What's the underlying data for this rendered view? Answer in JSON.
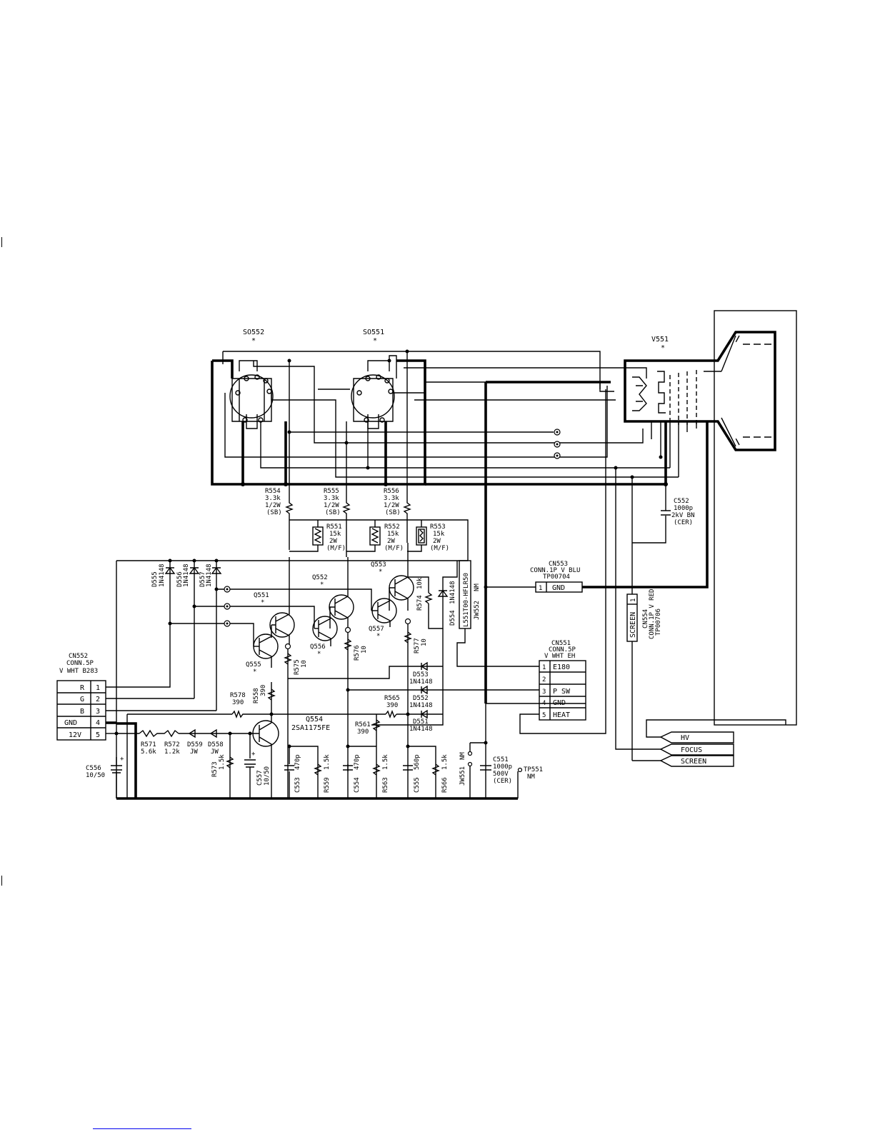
{
  "sockets": {
    "so552": {
      "ref": "SO552",
      "mark": "*"
    },
    "so551": {
      "ref": "SO551",
      "mark": "*"
    }
  },
  "crt": {
    "ref": "V551",
    "mark": "*"
  },
  "resistors": {
    "r554": {
      "ref": "R554",
      "value": "3.3k",
      "rating": "1/2W",
      "type": "(SB)"
    },
    "r555": {
      "ref": "R555",
      "value": "3.3k",
      "rating": "1/2W",
      "type": "(SB)"
    },
    "r556": {
      "ref": "R556",
      "value": "3.3k",
      "rating": "1/2W",
      "type": "(SB)"
    },
    "r551": {
      "ref": "R551",
      "value": "15k",
      "rating": "2W",
      "type": "(M/F)"
    },
    "r552": {
      "ref": "R552",
      "value": "15k",
      "rating": "2W",
      "type": "(M/F)"
    },
    "r553": {
      "ref": "R553",
      "value": "15k",
      "rating": "2W",
      "type": "(M/F)"
    },
    "r574": {
      "ref": "R574",
      "value": "10k"
    },
    "r575": {
      "ref": "R575",
      "value": "10"
    },
    "r576": {
      "ref": "R576",
      "value": "10"
    },
    "r577": {
      "ref": "R577",
      "value": "10"
    },
    "r578": {
      "ref": "R578",
      "value": "390"
    },
    "r558": {
      "ref": "R558",
      "value": "390"
    },
    "r565": {
      "ref": "R565",
      "value": "390"
    },
    "r561": {
      "ref": "R561",
      "value": "390"
    },
    "r571": {
      "ref": "R571",
      "value": "5.6k"
    },
    "r572": {
      "ref": "R572",
      "value": "1.2k"
    },
    "r573": {
      "ref": "R573",
      "value": "1.5k"
    },
    "r559": {
      "ref": "R559",
      "value": "1.5k"
    },
    "r563": {
      "ref": "R563",
      "value": "1.5k"
    },
    "r566": {
      "ref": "R566",
      "value": "1.5k"
    }
  },
  "diodes": {
    "d555": {
      "ref": "D555",
      "part": "1N4148"
    },
    "d556": {
      "ref": "D556",
      "part": "1N4148"
    },
    "d557": {
      "ref": "D557",
      "part": "1N4148"
    },
    "d554": {
      "ref": "D554",
      "part": "1N4148"
    },
    "d553": {
      "ref": "D553",
      "part": "1N4148"
    },
    "d552": {
      "ref": "D552",
      "part": "1N4148"
    },
    "d551": {
      "ref": "D551",
      "part": "1N4148"
    },
    "d559": {
      "ref": "D559",
      "part": "JW"
    },
    "d558": {
      "ref": "D558",
      "part": "JW"
    }
  },
  "transistors": {
    "q551": {
      "ref": "Q551",
      "mark": "*"
    },
    "q552": {
      "ref": "Q552",
      "mark": "*"
    },
    "q553": {
      "ref": "Q553",
      "mark": "*"
    },
    "q555": {
      "ref": "Q555",
      "mark": "*"
    },
    "q556": {
      "ref": "Q556",
      "mark": "*"
    },
    "q557": {
      "ref": "Q557",
      "mark": "*"
    },
    "q554": {
      "ref": "Q554",
      "part": "2SA1175FE"
    }
  },
  "capacitors": {
    "c552": {
      "ref": "C552",
      "value": "1000p",
      "rating": "2kV BN",
      "type": "(CER)"
    },
    "c556": {
      "ref": "C556",
      "value": "10/50"
    },
    "c557": {
      "ref": "C557",
      "value": "10/50"
    },
    "c553": {
      "ref": "C553",
      "value": "470p"
    },
    "c554": {
      "ref": "C554",
      "value": "470p"
    },
    "c555": {
      "ref": "C555",
      "value": "560p"
    },
    "c551": {
      "ref": "C551",
      "value": "1000p",
      "rating": "500V",
      "type": "(CER)"
    }
  },
  "misc": {
    "l551": {
      "text": "L551T00-HFLR50"
    },
    "jw552": {
      "ref": "JW552",
      "note": "NM"
    },
    "jw551": {
      "ref": "JW551",
      "note": "NM"
    },
    "tp551": {
      "ref": "TP551",
      "note": "NM"
    }
  },
  "connectors": {
    "cn553": {
      "ref": "CN553",
      "desc": "CONN.1P V BLU",
      "part": "TP00704",
      "pin": "1",
      "pin_label": "GND"
    },
    "cn554": {
      "ref": "CN554",
      "desc": "CONN.1P V RED",
      "part": "TP00706",
      "pin": "1",
      "pin_label": "SCREEN"
    },
    "cn552": {
      "ref": "CN552",
      "desc": "CONN.5P",
      "part": "V WHT B283",
      "pins": [
        {
          "label": "R",
          "num": "1"
        },
        {
          "label": "G",
          "num": "2"
        },
        {
          "label": "B",
          "num": "3"
        },
        {
          "label": "GND",
          "num": "4"
        },
        {
          "label": "12V",
          "num": "5"
        }
      ]
    },
    "cn551": {
      "ref": "CN551",
      "desc": "CONN.5P",
      "part": "V WHT EH",
      "pins": [
        {
          "num": "1",
          "label": "E180"
        },
        {
          "num": "2",
          "label": ""
        },
        {
          "num": "3",
          "label": "P SW"
        },
        {
          "num": "4",
          "label": "GND"
        },
        {
          "num": "5",
          "label": "HEAT"
        }
      ]
    }
  },
  "hv_leads": [
    {
      "label": "HV"
    },
    {
      "label": "FOCUS"
    },
    {
      "label": "SCREEN"
    }
  ],
  "colors": {
    "ink": "#000000",
    "paper": "#ffffff",
    "link": "#0000ee"
  }
}
